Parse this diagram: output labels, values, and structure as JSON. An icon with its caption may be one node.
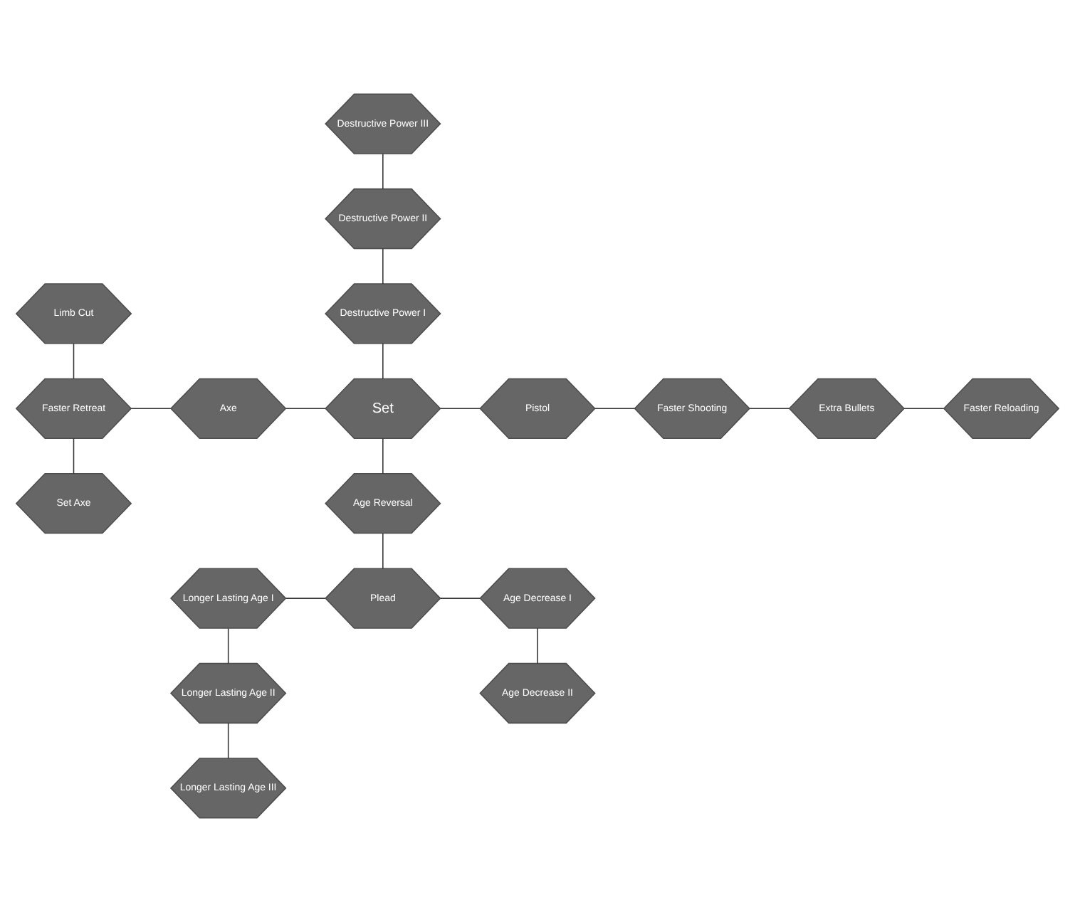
{
  "diagram": {
    "nodes": [
      {
        "text": [
          "Destructive Power III"
        ]
      },
      {
        "text": [
          "Destructive Power II"
        ]
      },
      {
        "text": [
          "Limb Cut"
        ]
      },
      {
        "text": [
          "Destructive Power I"
        ]
      },
      {
        "text": [
          "Faster Retreat"
        ]
      },
      {
        "text": [
          "Axe"
        ]
      },
      {
        "text": [
          "Set"
        ]
      },
      {
        "text": [
          "Pistol"
        ]
      },
      {
        "text": [
          "Faster Shooting"
        ]
      },
      {
        "text": [
          "Extra Bullets"
        ]
      },
      {
        "text": [
          "Faster Reloading"
        ]
      },
      {
        "text": [
          "Age Reversal"
        ]
      },
      {
        "text": [
          "Set Axe"
        ]
      },
      {
        "text": [
          "Longer Lasting Age I"
        ]
      },
      {
        "text": [
          "Plead"
        ]
      },
      {
        "text": [
          "Age Decrease I"
        ]
      },
      {
        "text": [
          "Longer Lasting Age II"
        ]
      },
      {
        "text": [
          "Age Decrease II"
        ]
      },
      {
        "text": [
          "Longer Lasting Age III"
        ]
      }
    ],
    "edges": [
      {
        "from": 0,
        "to": 1,
        "arrow": "none"
      },
      {
        "from": 1,
        "to": 3,
        "arrow": "none"
      },
      {
        "from": 3,
        "to": 6,
        "arrow": "none"
      },
      {
        "from": 2,
        "to": 4,
        "arrow": "none"
      },
      {
        "from": 4,
        "to": 12,
        "arrow": "none"
      },
      {
        "from": 4,
        "to": 5,
        "arrow": "none"
      },
      {
        "from": 5,
        "to": 6,
        "arrow": "none"
      },
      {
        "from": 6,
        "to": 7,
        "arrow": "none"
      },
      {
        "from": 7,
        "to": 8,
        "arrow": "none"
      },
      {
        "from": 8,
        "to": 9,
        "arrow": "none"
      },
      {
        "from": 9,
        "to": 10,
        "arrow": "none"
      },
      {
        "from": 6,
        "to": 11,
        "arrow": "none"
      },
      {
        "from": 11,
        "to": 14,
        "arrow": "none"
      },
      {
        "from": 13,
        "to": 14,
        "arrow": "none"
      },
      {
        "from": 14,
        "to": 15,
        "arrow": "none"
      },
      {
        "from": 15,
        "to": 17,
        "arrow": "none"
      },
      {
        "from": 13,
        "to": 16,
        "arrow": "none"
      },
      {
        "from": 16,
        "to": 18,
        "arrow": "none"
      }
    ]
  }
}
